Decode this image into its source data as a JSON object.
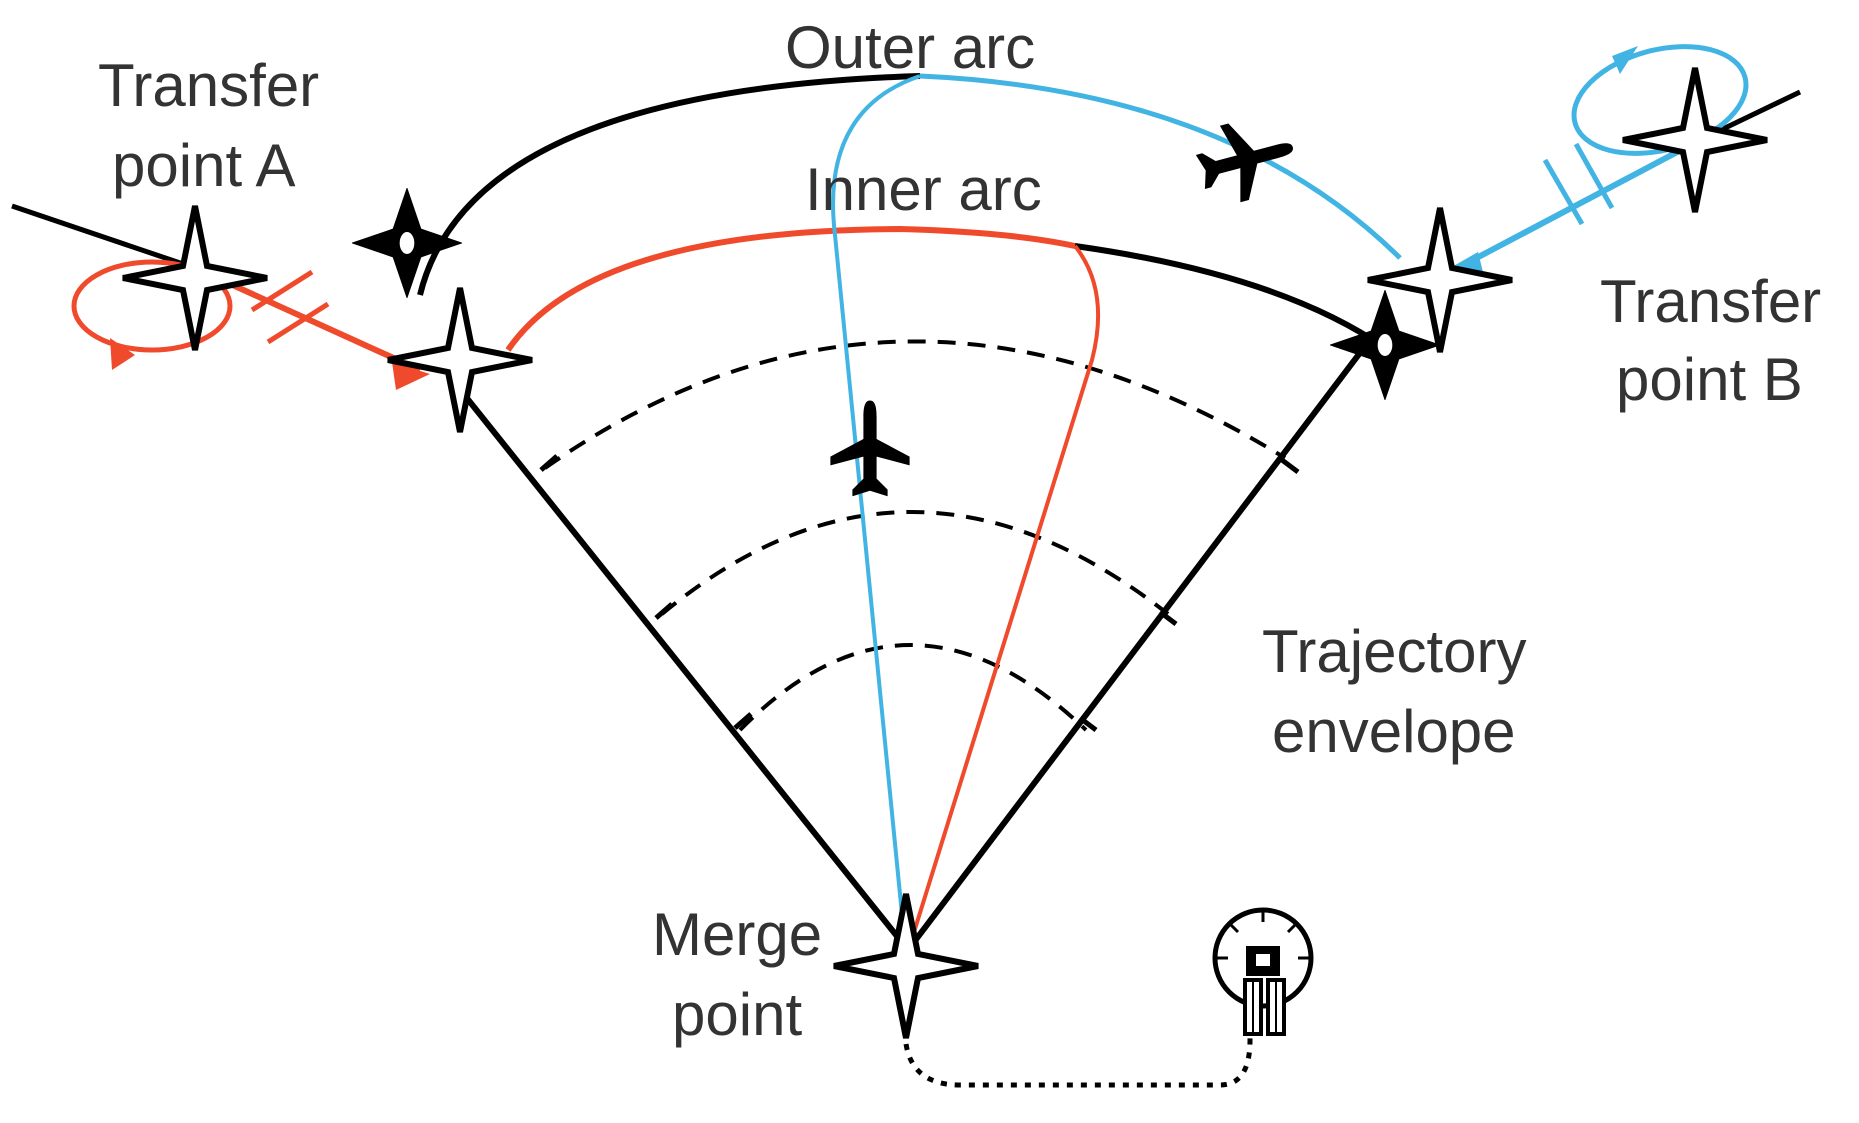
{
  "labels": {
    "outer_arc": "Outer arc",
    "inner_arc": "Inner arc",
    "transfer_a_line1": "Transfer",
    "transfer_a_line2": "point A",
    "transfer_b_line1": "Transfer",
    "transfer_b_line2": "point B",
    "envelope_line1": "Trajectory",
    "envelope_line2": "envelope",
    "merge_line1": "Merge",
    "merge_line2": "point"
  },
  "colors": {
    "red_route": "#f04a2c",
    "blue_route": "#42b4e4",
    "structure": "#000000",
    "text": "#333333"
  },
  "icons": [
    "star-waypoint-icon",
    "diamond-waypoint-icon",
    "aircraft-icon",
    "radar-station-icon",
    "holding-loop-icon"
  ]
}
